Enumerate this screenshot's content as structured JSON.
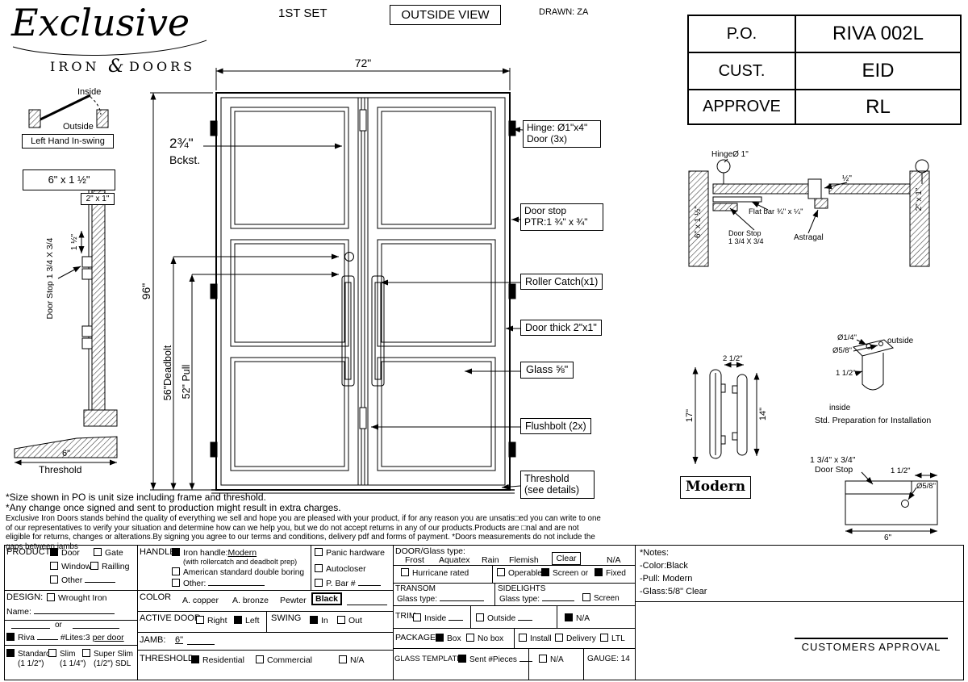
{
  "header": {
    "logo_name": "Exclusive",
    "logo_iron": "IRON",
    "logo_amp": "&",
    "logo_doors": "DOORS",
    "set_label": "1ST SET",
    "view_label": "OUTSIDE VIEW",
    "drawn_label": "DRAWN: ZA",
    "po_table": {
      "rows": [
        {
          "label": "P.O.",
          "value": "RIVA 002L"
        },
        {
          "label": "CUST.",
          "value": "EID"
        },
        {
          "label": "APPROVE",
          "value": "RL"
        }
      ]
    }
  },
  "swing_diagram": {
    "inside": "Inside",
    "outside": "Outside",
    "caption": "Left Hand In-swing"
  },
  "jamb_section": {
    "jamb_dim": "6\" x 1 ½\"",
    "frame_dim": "2\" x 1\"",
    "door_stop": "Door Stop 1 3/4 X 3/4",
    "gap_dim": "1 ½\"",
    "threshold_dim": "6\"",
    "threshold_label": "Threshold"
  },
  "door_drawing": {
    "width_dim": "72\"",
    "height_dim": "96\"",
    "backset_dim": "2¾\"",
    "backset_label": "Bckst.",
    "deadbolt_dim": "56\"Deadbolt",
    "pull_dim": "52\" Pull",
    "callouts": {
      "hinge1": "Hinge: Ø1\"x4\"",
      "hinge2": "Door (3x)",
      "doorstop1": "Door stop",
      "doorstop2": "PTR:1 ¾\" x ¾\"",
      "roller": "Roller Catch(x1)",
      "thickness": "Door thick 2\"x1\"",
      "glass": "Glass ⅝\"",
      "flushbolt": "Flushbolt (2x)",
      "threshold1": "Threshold",
      "threshold2": "(see details)"
    }
  },
  "plan_section": {
    "hinge_label": "HingeØ 1\"",
    "half_dim": "½\"",
    "right_dim": "2\" x 1\"",
    "left_dim": "6\" x 1 ½\"",
    "flatbar_label": "Flat bar ¾\" x ¼\"",
    "doorstop1": "Door Stop",
    "doorstop2": "1 3/4 X 3/4",
    "astragal_label": "Astragal"
  },
  "handle_detail": {
    "height_dim": "17\"",
    "grip_dim": "14\"",
    "width_dim": "2 1/2\"",
    "style_label": "Modern"
  },
  "install_prep": {
    "hole_small": "Ø1/4\"",
    "hole_large": "Ø5/8\"",
    "outside_label": "outside",
    "offset_dim": "1 1/2\"",
    "inside_label": "inside",
    "caption": "Std. Preparation for Installation"
  },
  "stop_detail": {
    "title1": "1 3/4\" x 3/4\"",
    "title2": "Door Stop",
    "step_dim": "1 1/2\"",
    "hole_dim": "Ø5/8\"",
    "width_dim": "6\""
  },
  "disclaimers": {
    "line1": "*Size shown in PO is unit size including frame and threshold.",
    "line2": "*Any change once signed and sent to production might result in extra charges.",
    "para": "Exclusive Iron Doors stands behind the quality of everything we sell and hope you are pleased with your product, if for any reason you are unsatis□ed you can write to one of our representatives to verify your situation and determine how can we help you, but we do not accept returns in any of our products.Products are □nal and are not eligible for returns, changes or alterations.By signing you agree to our terms and conditions, delivery pdf and forms of payment. *Doors measurements do not include the gaps between jambs"
  },
  "form": {
    "product": {
      "label": "PRODUCT:",
      "door": "Door",
      "gate": "Gate",
      "window": "Window",
      "railing": "Railling",
      "other": "Other"
    },
    "handle": {
      "label": "HANDLE",
      "iron_handle": "Iron handle:",
      "iron_handle_style": "Modern",
      "iron_note": "(with rollercatch and deadbolt prep)",
      "american": "American standard double boring",
      "other": "Other:"
    },
    "hardware": {
      "panic": "Panic hardware",
      "autocloser": "Autocloser",
      "pbar": "P. Bar #"
    },
    "glass": {
      "label": "DOOR/Glass type:",
      "options": [
        "Frost",
        "Aquatex",
        "Rain",
        "Flemish",
        "Clear",
        "N/A"
      ],
      "hurricane": "Hurricane rated",
      "operable": "Operable",
      "screen_or": "Screen or",
      "fixed": "Fixed"
    },
    "design": {
      "label": "DESIGN:",
      "wrought": "Wrought Iron",
      "name_label": "Name:",
      "or_label": "or",
      "riva": "Riva",
      "lites_prefix": "#Lites:3 ",
      "lites_suffix": "per door"
    },
    "frame_profile": {
      "standard1": "Standard",
      "standard2": "(1 1/2\")",
      "slim1": "Slim",
      "slim2": "(1 1/4\")",
      "superslim1": "Super Slim",
      "superslim2": "(1/2\") SDL"
    },
    "color": {
      "label": "COLOR",
      "options": [
        "A. copper",
        "A. bronze",
        "Pewter",
        "Black"
      ]
    },
    "active_door": {
      "label": "ACTIVE DOOR",
      "right": "Right",
      "left": "Left"
    },
    "swing": {
      "label": "SWING",
      "in": "In",
      "out": "Out"
    },
    "jamb": {
      "label": "JAMB:",
      "value": "6\""
    },
    "threshold": {
      "label": "THRESHOLD",
      "residential": "Residential",
      "commercial": "Commercial",
      "na": "N/A"
    },
    "transom": {
      "label": "TRANSOM",
      "glass_type": "Glass type:"
    },
    "sidelights": {
      "label": "SIDELIGHTS",
      "glass_type": "Glass type:",
      "screen": "Screen"
    },
    "trim": {
      "label": "TRIM",
      "inside": "Inside",
      "outside": "Outside",
      "na": "N/A"
    },
    "package": {
      "label": "PACKAGE",
      "box": "Box",
      "nobox": "No box",
      "install": "Install",
      "delivery": "Delivery",
      "ltl": "LTL"
    },
    "glass_template": {
      "label": "GLASS TEMPLATE",
      "sent": "Sent #Pieces",
      "na": "N/A",
      "gauge": "GAUGE: 14"
    }
  },
  "notes": {
    "title": "*Notes:",
    "items": [
      "-Color:Black",
      "-Pull: Modern",
      "-Glass:5/8\" Clear"
    ]
  },
  "approval": {
    "label": "CUSTOMERS APPROVAL"
  }
}
